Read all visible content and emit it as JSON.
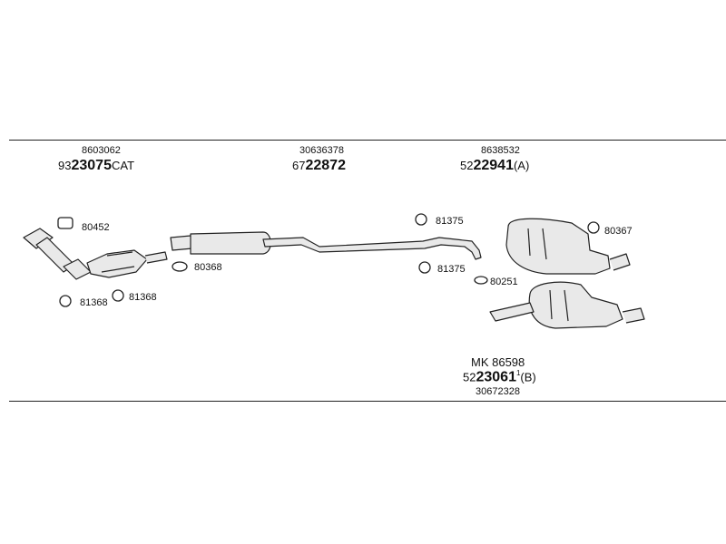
{
  "groups": [
    {
      "top": "8603062",
      "prefix": "93",
      "part": "23075",
      "suffix": "CAT"
    },
    {
      "top": "30636378",
      "prefix": "67",
      "part": "22872",
      "suffix": ""
    },
    {
      "top": "8638532",
      "prefix": "52",
      "part": "22941",
      "suffix": "(A)"
    }
  ],
  "kit": {
    "label": "MK 86598",
    "prefix": "52",
    "part": "23061",
    "mark": "1",
    "suffix": "(B)",
    "bottom": "30672328"
  },
  "callouts": [
    "80452",
    "80368",
    "81368",
    "81368",
    "81375",
    "81375",
    "80367",
    "80251"
  ],
  "colors": {
    "line": "#222222",
    "fill": "#e9e9e9"
  }
}
